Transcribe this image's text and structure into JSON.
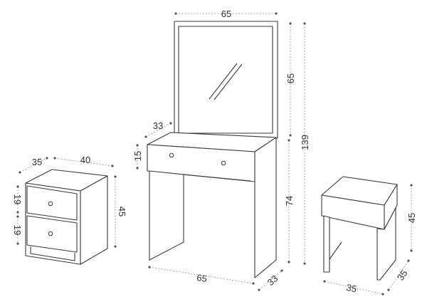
{
  "vanity": {
    "mirror_width": "65",
    "mirror_height": "65",
    "total_height": "139",
    "table_height": "74",
    "table_width": "65",
    "table_depth": "33",
    "top_depth": "33",
    "drawer_height": "15"
  },
  "nightstand": {
    "depth": "35",
    "width": "40",
    "height": "45",
    "drawer_top": "19",
    "drawer_bottom": "19"
  },
  "stool": {
    "height": "45",
    "width": "35",
    "depth": "35"
  }
}
